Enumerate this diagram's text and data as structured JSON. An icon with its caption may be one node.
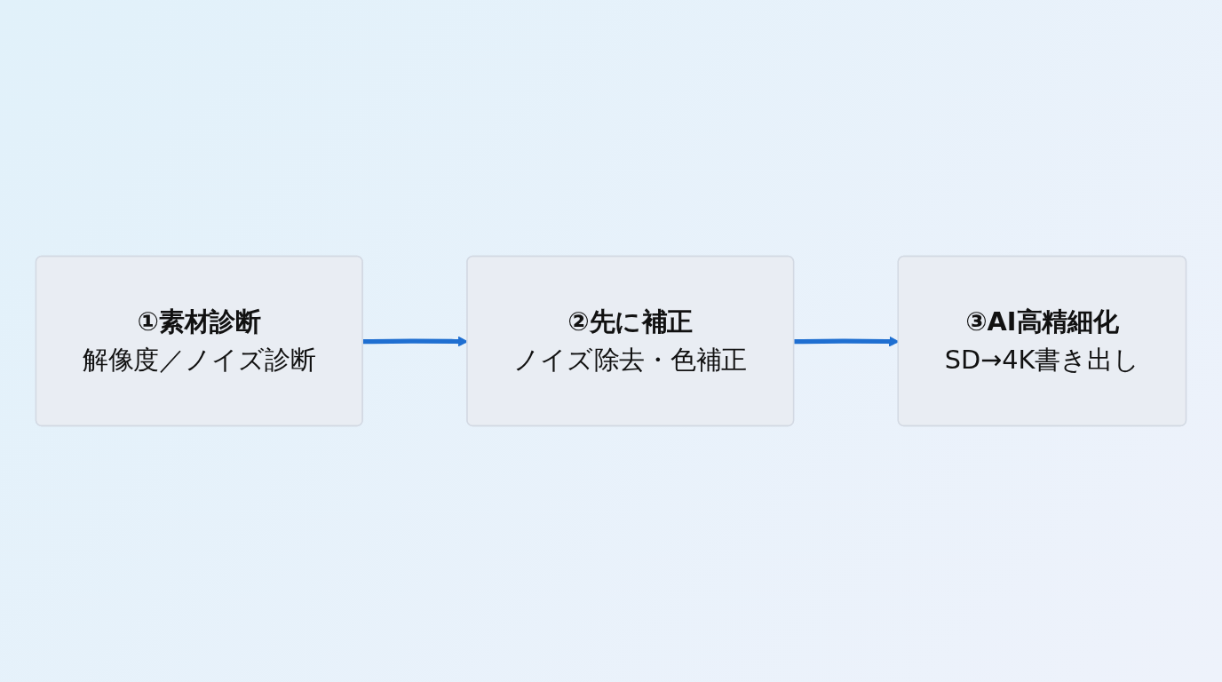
{
  "diagram": {
    "nodes": [
      {
        "text": [
          "①素材診断",
          "解像度／ノイズ診断"
        ]
      },
      {
        "text": [
          "②先に補正",
          "ノイズ除去・色補正"
        ]
      },
      {
        "text": [
          "③AI高精細化",
          "SD→4K書き出し"
        ]
      }
    ],
    "edges": [
      {
        "from": 0,
        "to": 1,
        "arrow": "to"
      },
      {
        "from": 1,
        "to": 2,
        "arrow": "to"
      }
    ]
  }
}
